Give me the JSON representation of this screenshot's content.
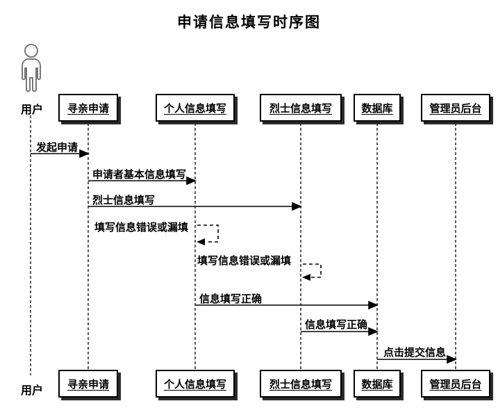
{
  "title": "申请信息填写时序图",
  "actor": {
    "label": "用户"
  },
  "lifelines": [
    {
      "label": "寻亲申请"
    },
    {
      "label": "个人信息填写"
    },
    {
      "label": "烈士信息填写"
    },
    {
      "label": "数据库"
    },
    {
      "label": "管理员后台"
    }
  ],
  "messages": [
    {
      "label": "发起申请",
      "from": "用户",
      "to": "寻亲申请",
      "style": "solid"
    },
    {
      "label": "申请者基本信息填写",
      "from": "寻亲申请",
      "to": "个人信息填写",
      "style": "solid"
    },
    {
      "label": "烈士信息填写",
      "from": "寻亲申请",
      "to": "烈士信息填写",
      "style": "solid"
    },
    {
      "label": "填写信息错误或漏填",
      "from": "个人信息填写",
      "to": "个人信息填写",
      "style": "dashed-self"
    },
    {
      "label": "填写信息错误或漏填",
      "from": "烈士信息填写",
      "to": "烈士信息填写",
      "style": "dashed-self"
    },
    {
      "label": "信息填写正确",
      "from": "个人信息填写",
      "to": "数据库",
      "style": "solid"
    },
    {
      "label": "信息填写正确",
      "from": "烈士信息填写",
      "to": "数据库",
      "style": "solid"
    },
    {
      "label": "点击提交信息",
      "from": "数据库",
      "to": "管理员后台",
      "style": "solid"
    }
  ],
  "colors": {
    "background": "#ffffff",
    "line": "#000000",
    "box_fill": "#ffffff",
    "box_border": "#000000",
    "box_shadow": "#2b2b2b",
    "actor_outline": "#777777"
  }
}
